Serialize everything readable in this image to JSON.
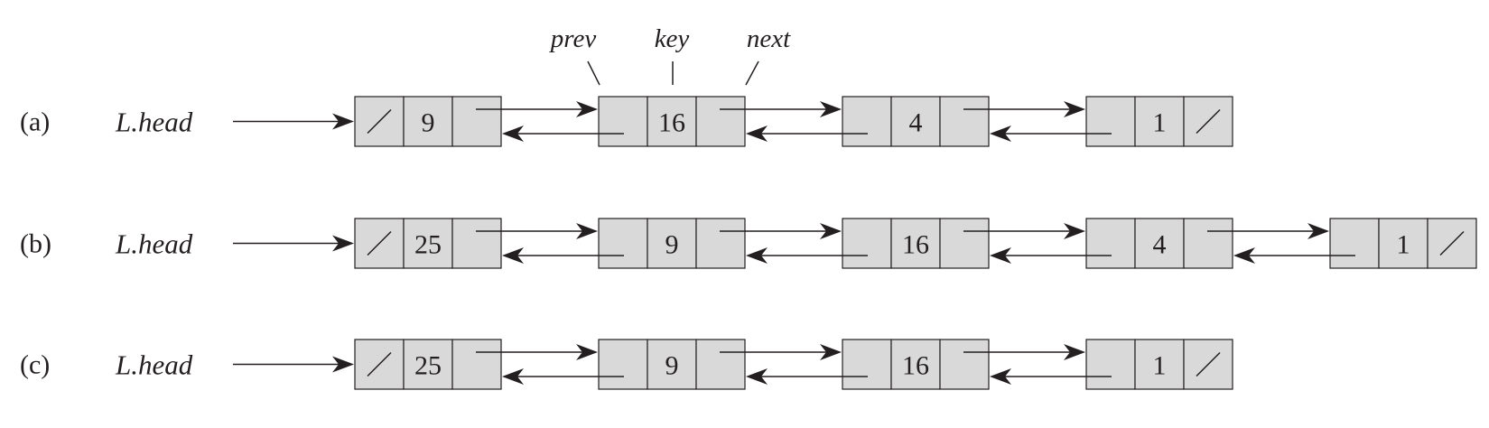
{
  "field_labels": {
    "prev": "prev",
    "key": "key",
    "next": "next"
  },
  "head_label": "L.head",
  "rows": [
    {
      "label": "(a)",
      "keys": [
        "9",
        "16",
        "4",
        "1"
      ]
    },
    {
      "label": "(b)",
      "keys": [
        "25",
        "9",
        "16",
        "4",
        "1"
      ]
    },
    {
      "label": "(c)",
      "keys": [
        "25",
        "9",
        "16",
        "1"
      ]
    }
  ]
}
